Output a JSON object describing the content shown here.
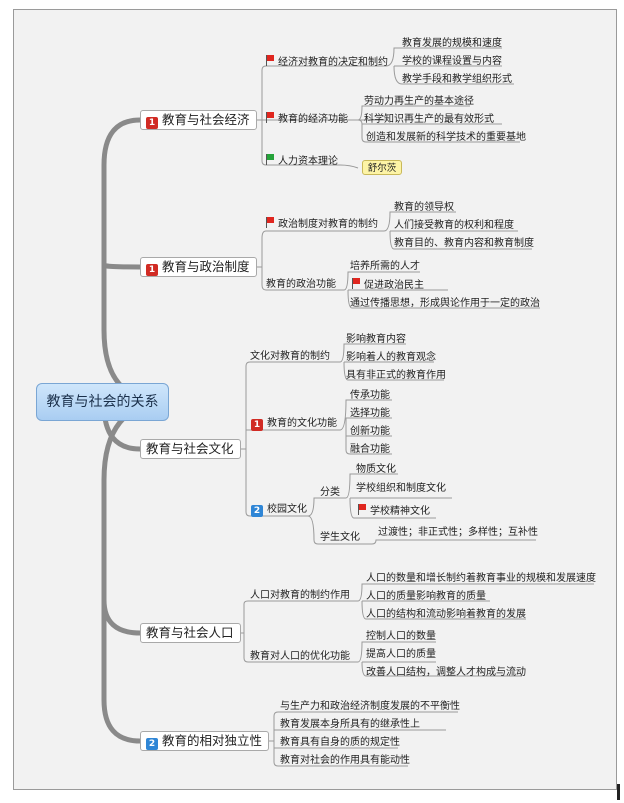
{
  "root": "教育与社会的关系",
  "economy": {
    "label": "教育与社会经济",
    "badge": "1",
    "decisive": {
      "label": "经济对教育的决定和制约",
      "items": [
        "教育发展的规模和速度",
        "学校的课程设置与内容",
        "教学手段和教学组织形式"
      ]
    },
    "function": {
      "label": "教育的经济功能",
      "items": [
        "劳动力再生产的基本途径",
        "科学知识再生产的最有效形式",
        "创造和发展新的科学技术的重要基地"
      ]
    },
    "human_capital": {
      "label": "人力资本理论",
      "note": "舒尔茨"
    }
  },
  "politics": {
    "label": "教育与政治制度",
    "badge": "1",
    "restrict": {
      "label": "政治制度对教育的制约",
      "items": [
        "教育的领导权",
        "人们接受教育的权利和程度",
        "教育目的、教育内容和教育制度"
      ]
    },
    "function": {
      "label": "教育的政治功能",
      "items": [
        "培养所需的人才",
        "促进政治民主",
        "通过传播思想，形成舆论作用于一定的政治"
      ]
    }
  },
  "culture": {
    "label": "教育与社会文化",
    "restrict": {
      "label": "文化对教育的制约",
      "items": [
        "影响教育内容",
        "影响着人的教育观念",
        "具有非正式的教育作用"
      ]
    },
    "function": {
      "label": "教育的文化功能",
      "badge": "1",
      "items": [
        "传承功能",
        "选择功能",
        "创新功能",
        "融合功能"
      ]
    },
    "campus": {
      "label": "校园文化",
      "badge": "2",
      "classify": {
        "label": "分类",
        "items": [
          "物质文化",
          "学校组织和制度文化",
          "学校精神文化"
        ]
      },
      "student": {
        "label": "学生文化",
        "items": [
          "过渡性；非正式性；多样性；互补性"
        ]
      }
    }
  },
  "population": {
    "label": "教育与社会人口",
    "restrict": {
      "label": "人口对教育的制约作用",
      "items": [
        "人口的数量和增长制约着教育事业的规模和发展速度",
        "人口的质量影响教育的质量",
        "人口的结构和流动影响着教育的发展"
      ]
    },
    "optimize": {
      "label": "教育对人口的优化功能",
      "items": [
        "控制人口的数量",
        "提高人口的质量",
        "改善人口结构，调整人才构成与流动"
      ]
    }
  },
  "independence": {
    "label": "教育的相对独立性",
    "badge": "2",
    "items": [
      "与生产力和政治经济制度发展的不平衡性",
      "教育发展本身所具有的继承性上",
      "教育具有自身的质的规定性",
      "教育对社会的作用具有能动性"
    ]
  },
  "colors": {
    "flag_red": "#e0261f",
    "flag_green": "#25a33a",
    "badge_red": "#d12b24",
    "badge_blue": "#2f86d6",
    "root_fill": "#b9d8f6",
    "trunk": "#8a8a8a"
  }
}
